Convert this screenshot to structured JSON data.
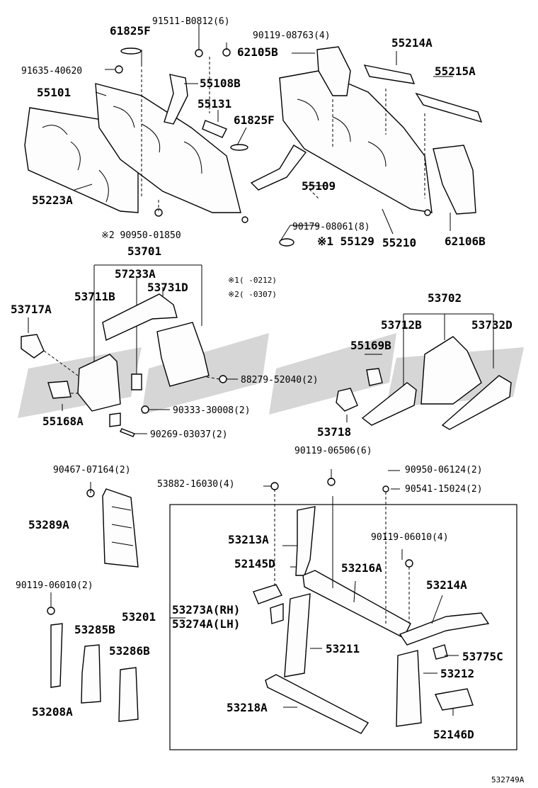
{
  "diagram_id": "532749A",
  "watermark": "",
  "notes": [
    {
      "mark": "※1",
      "text": "(     -0212)"
    },
    {
      "mark": "※2",
      "text": "(     -0307)"
    }
  ],
  "labels": {
    "l61825F_a": "61825F",
    "l91511": "91511-B0812(6)",
    "l90119_08763": "90119-08763(4)",
    "l62105B": "62105B",
    "l55214A": "55214A",
    "l91635": "91635-40620",
    "l55215A": "55215A",
    "l55101": "55101",
    "l55108B": "55108B",
    "l55131": "55131",
    "l61825F_b": "61825F",
    "l55223A": "55223A",
    "l55109": "55109",
    "l90179": "90179-08061(8)",
    "l90950_01850": "※2 90950-01850",
    "l55129": "※1 55129",
    "l55210": "55210",
    "l62106B": "62106B",
    "l53701": "53701",
    "l57233A": "57233A",
    "l53711B": "53711B",
    "l53731D": "53731D",
    "l53717A": "53717A",
    "l53702": "53702",
    "l53712B": "53712B",
    "l53732D": "53732D",
    "l55169B": "55169B",
    "l88279": "88279-52040(2)",
    "l90333": "90333-30008(2)",
    "l55168A": "55168A",
    "l90269": "90269-03037(2)",
    "l53718": "53718",
    "l90119_06506": "90119-06506(6)",
    "l90467": "90467-07164(2)",
    "l53882": "53882-16030(4)",
    "l90950_06124": "90950-06124(2)",
    "l90541": "90541-15024(2)",
    "l53289A": "53289A",
    "l53213A": "53213A",
    "l90119_06010_4": "90119-06010(4)",
    "l52145D": "52145D",
    "l53216A": "53216A",
    "l90119_06010_2": "90119-06010(2)",
    "l53214A": "53214A",
    "l53201": "53201",
    "l53273A": "53273A(RH)",
    "l53274A": "53274A(LH)",
    "l53285B": "53285B",
    "l53286B": "53286B",
    "l53211": "53211",
    "l53775C": "53775C",
    "l53212": "53212",
    "l53208A": "53208A",
    "l53218A": "53218A",
    "l52146D": "52146D"
  }
}
